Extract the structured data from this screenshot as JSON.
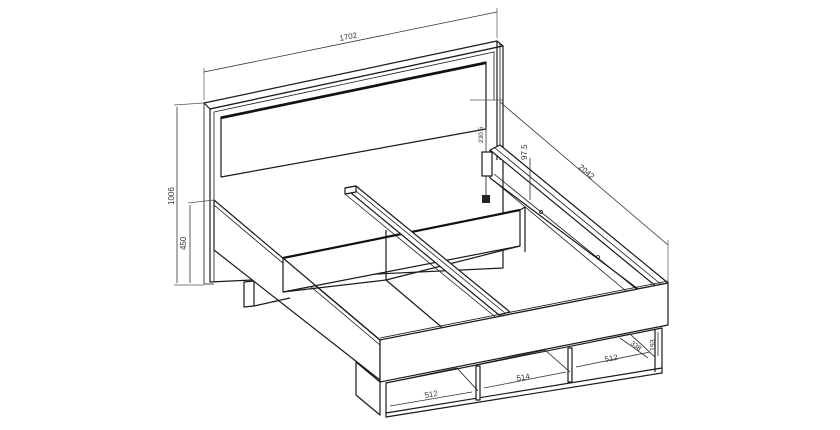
{
  "drawing": {
    "subject": "Bed frame with headboard and open storage compartments",
    "line_color": "#1a1a1a",
    "background": "#ffffff"
  },
  "dimensions": {
    "overall_width": "1702",
    "overall_length": "2042",
    "overall_height": "1006",
    "side_rail_height": "450",
    "headboard_panel_offset": "230.5",
    "rail_height": "97.5",
    "compartment_left_width": "512",
    "compartment_middle_width": "514",
    "compartment_right_width": "512",
    "compartment_depth": "338",
    "compartment_height": "193"
  }
}
